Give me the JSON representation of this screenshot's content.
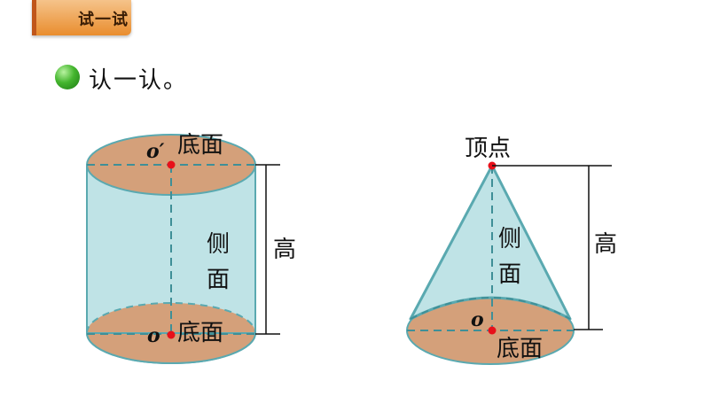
{
  "header": {
    "tab_label": "试一试"
  },
  "section": {
    "title": "认一认。"
  },
  "cylinder": {
    "top_point": "o′",
    "top_face": "底面",
    "bottom_point": "o",
    "bottom_face": "底面",
    "side_line1": "侧",
    "side_line2": "面",
    "height": "高"
  },
  "cone": {
    "apex": "顶点",
    "side_line1": "侧",
    "side_line2": "面",
    "height": "高",
    "center_point": "o",
    "base_face": "底面"
  },
  "colors": {
    "body_fill": "#bfe3e6",
    "body_stroke": "#5aa9b0",
    "face_fill": "#d4a07a",
    "point": "#e8101a",
    "tab_fill": "#ec9a45"
  }
}
